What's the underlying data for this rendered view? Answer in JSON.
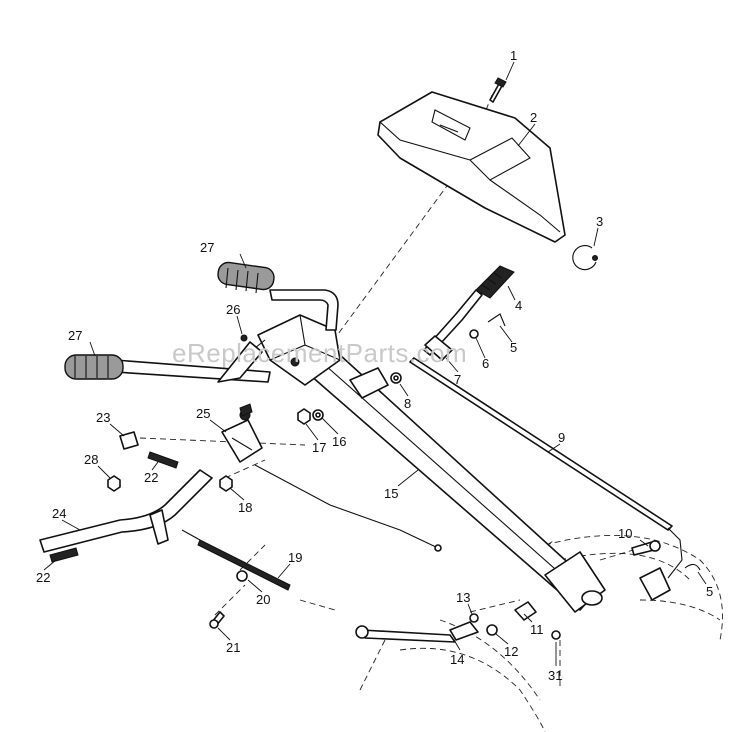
{
  "watermark": "eReplacementParts.com",
  "callouts": [
    {
      "id": "c1",
      "text": "1"
    },
    {
      "id": "c2",
      "text": "2"
    },
    {
      "id": "c3",
      "text": "3"
    },
    {
      "id": "c4",
      "text": "4"
    },
    {
      "id": "c5a",
      "text": "5"
    },
    {
      "id": "c5b",
      "text": "5"
    },
    {
      "id": "c6",
      "text": "6"
    },
    {
      "id": "c7",
      "text": "7"
    },
    {
      "id": "c8",
      "text": "8"
    },
    {
      "id": "c9",
      "text": "9"
    },
    {
      "id": "c10",
      "text": "10"
    },
    {
      "id": "c11",
      "text": "11"
    },
    {
      "id": "c12",
      "text": "12"
    },
    {
      "id": "c13",
      "text": "13"
    },
    {
      "id": "c14",
      "text": "14"
    },
    {
      "id": "c15",
      "text": "15"
    },
    {
      "id": "c16",
      "text": "16"
    },
    {
      "id": "c17",
      "text": "17"
    },
    {
      "id": "c18",
      "text": "18"
    },
    {
      "id": "c19",
      "text": "19"
    },
    {
      "id": "c20",
      "text": "20"
    },
    {
      "id": "c21",
      "text": "21"
    },
    {
      "id": "c22a",
      "text": "22"
    },
    {
      "id": "c22b",
      "text": "22"
    },
    {
      "id": "c23",
      "text": "23"
    },
    {
      "id": "c24",
      "text": "24"
    },
    {
      "id": "c25",
      "text": "25"
    },
    {
      "id": "c26",
      "text": "26"
    },
    {
      "id": "c27a",
      "text": "27"
    },
    {
      "id": "c27b",
      "text": "27"
    },
    {
      "id": "c28",
      "text": "28"
    },
    {
      "id": "c31",
      "text": "31"
    }
  ]
}
